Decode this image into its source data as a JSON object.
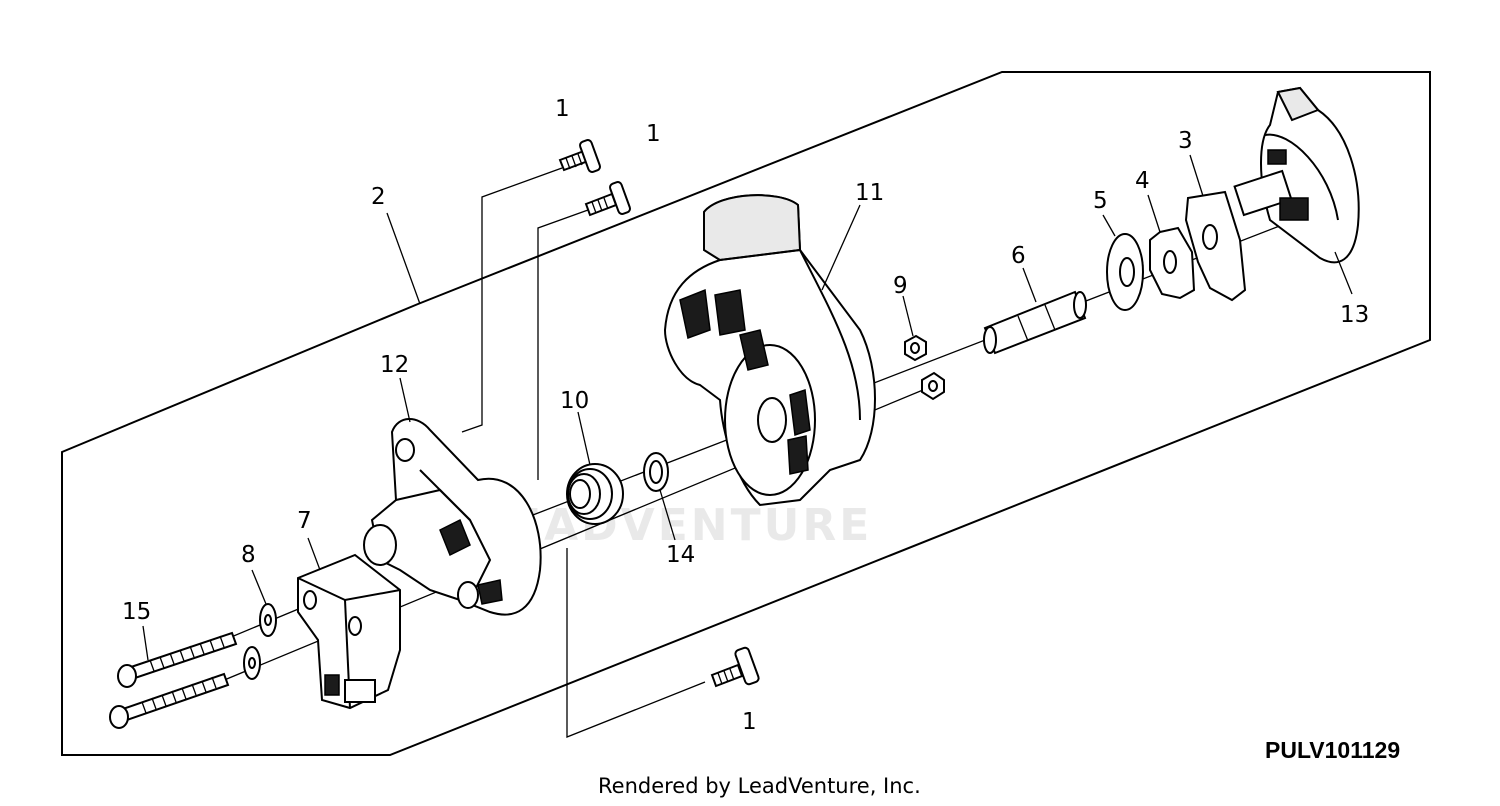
{
  "figure_id": "PULV101129",
  "credit": "Rendered by LeadVenture, Inc.",
  "watermark": "LEADVENTURE",
  "callouts": {
    "c1a": "1",
    "c1b": "1",
    "c1c": "1",
    "c2": "2",
    "c3": "3",
    "c4": "4",
    "c5": "5",
    "c6": "6",
    "c7": "7",
    "c8": "8",
    "c9": "9",
    "c10": "10",
    "c11": "11",
    "c12": "12",
    "c13": "13",
    "c14": "14",
    "c15": "15"
  }
}
